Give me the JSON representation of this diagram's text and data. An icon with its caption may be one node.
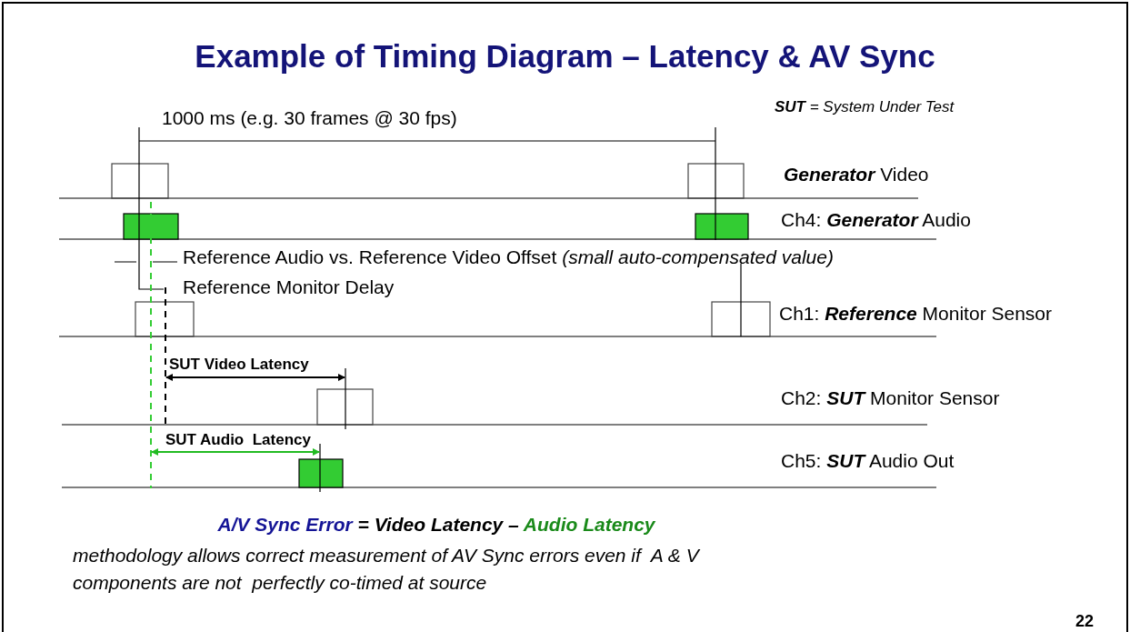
{
  "diagram": {
    "title": "Example of Timing Diagram – Latency & AV Sync",
    "labels": [
      "1000 ms (e.g. 30 frames @ 30 fps)",
      "**SUT** = System Under Test",
      "**Generator** Video",
      "Ch4: **Generator** Audio",
      "Reference Audio vs. Reference Video Offset *(small auto-compensated value)*",
      "Reference Monitor Delay",
      "Ch1: **Reference** Monitor Sensor",
      "SUT Video Latency",
      "Ch2: **SUT** Monitor Sensor",
      "SUT Audio  Latency",
      "Ch5: **SUT** Audio Out",
      "A/V Sync Error",
      "= Video Latency –",
      "Audio Latency",
      "methodology allows correct measurement of AV Sync errors even if  A & V components are not  perfectly co-timed at source",
      "22"
    ]
  }
}
